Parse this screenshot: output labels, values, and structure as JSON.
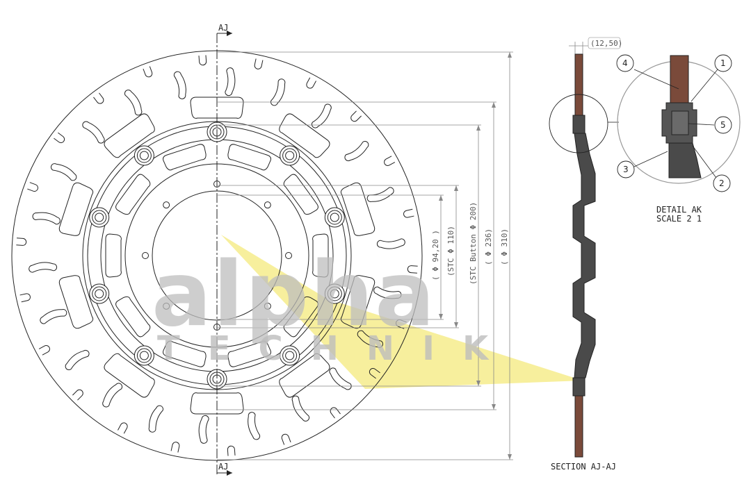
{
  "section_marker": "AJ",
  "dimensions": {
    "thickness": "(12,50)",
    "d1": "( Φ 94,20 )",
    "d2": "(STC Φ 110)",
    "d3": "(STC Button Φ 200)",
    "d4": "( Φ 236)",
    "d5": "( Φ 310)"
  },
  "section_label": "SECTION AJ-AJ",
  "detail": {
    "title": "DETAIL AK",
    "scale": "SCALE 2 1",
    "callouts": [
      "1",
      "2",
      "3",
      "4",
      "5"
    ]
  },
  "watermark": {
    "brand": "alpha",
    "sub": "TECHNIK"
  },
  "colors": {
    "line": "#222222",
    "dim_line": "#777777",
    "rotor_section": "#7a4a3a",
    "carrier_section": "#4a4a4a",
    "watermark_yellow": "#f6ec8c",
    "watermark_grey": "#bdbdbd"
  }
}
